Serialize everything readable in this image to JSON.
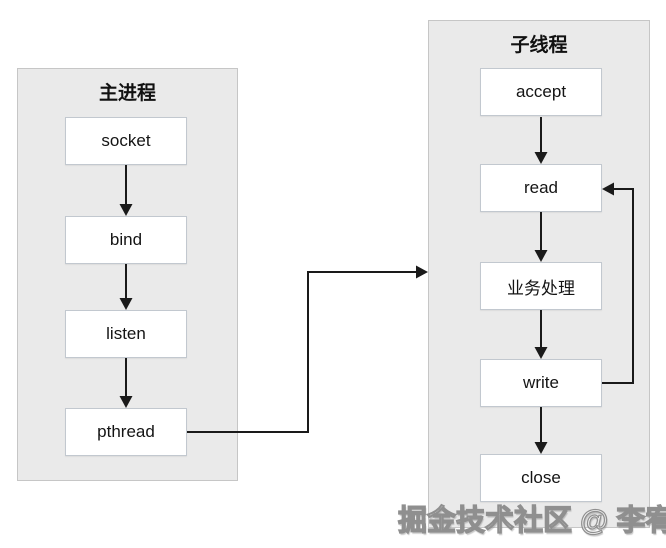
{
  "diagram": {
    "main_process": {
      "title": "主进程",
      "nodes": [
        {
          "label": "socket"
        },
        {
          "label": "bind"
        },
        {
          "label": "listen"
        },
        {
          "label": "pthread"
        }
      ]
    },
    "child_thread": {
      "title": "子线程",
      "nodes": [
        {
          "label": "accept"
        },
        {
          "label": "read"
        },
        {
          "label": "业务处理"
        },
        {
          "label": "write"
        },
        {
          "label": "close"
        }
      ]
    },
    "connector_color": "#1a1a1a",
    "group_fill_color": "#eaeaea",
    "watermark": "掘金技术社区 @ 李宥"
  }
}
